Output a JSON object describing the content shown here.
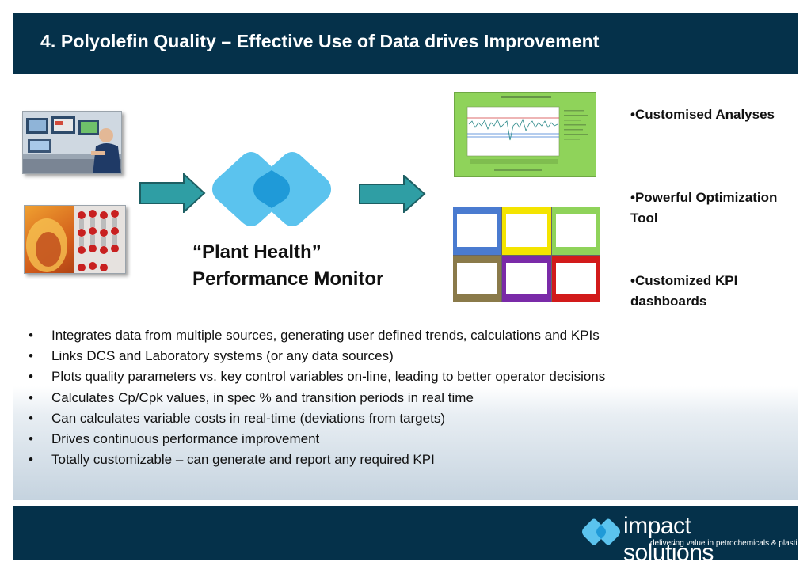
{
  "slide": {
    "title": "4. Polyolefin Quality – Effective Use of Data drives Improvement"
  },
  "monitor": {
    "caption_line1": "“Plant Health”",
    "caption_line2": "Performance Monitor"
  },
  "features": [
    "•Customised Analyses",
    "•Powerful Optimization Tool",
    "•Customized  KPI dashboards"
  ],
  "bullets": [
    "Integrates data from multiple sources, generating user defined trends, calculations and KPIs",
    "Links DCS and Laboratory systems (or any data sources)",
    "Plots quality parameters vs. key control variables on-line, leading to better operator decisions",
    "Calculates Cp/Cpk values,  in spec % and transition periods in real time",
    "Can calculates variable costs in real-time (deviations from targets)",
    "Drives continuous performance improvement",
    "Totally customizable – can generate and report any required KPI"
  ],
  "bullet_symbol": "•",
  "brand": {
    "name": "impact solutions",
    "tagline": "delivering value in petrochemicals & plastics"
  },
  "colors": {
    "navy": "#05314a",
    "logo_light_blue": "#5bc3ee",
    "logo_dark_blue": "#1f9ad8",
    "arrow_teal": "#2f9ea4",
    "chart_green": "#8fd35a"
  },
  "dashboard_tiles": [
    "#4a7bd0",
    "#f4e400",
    "#8fd35a",
    "#8a7a4a",
    "#7a2aa8",
    "#d21a1a"
  ]
}
